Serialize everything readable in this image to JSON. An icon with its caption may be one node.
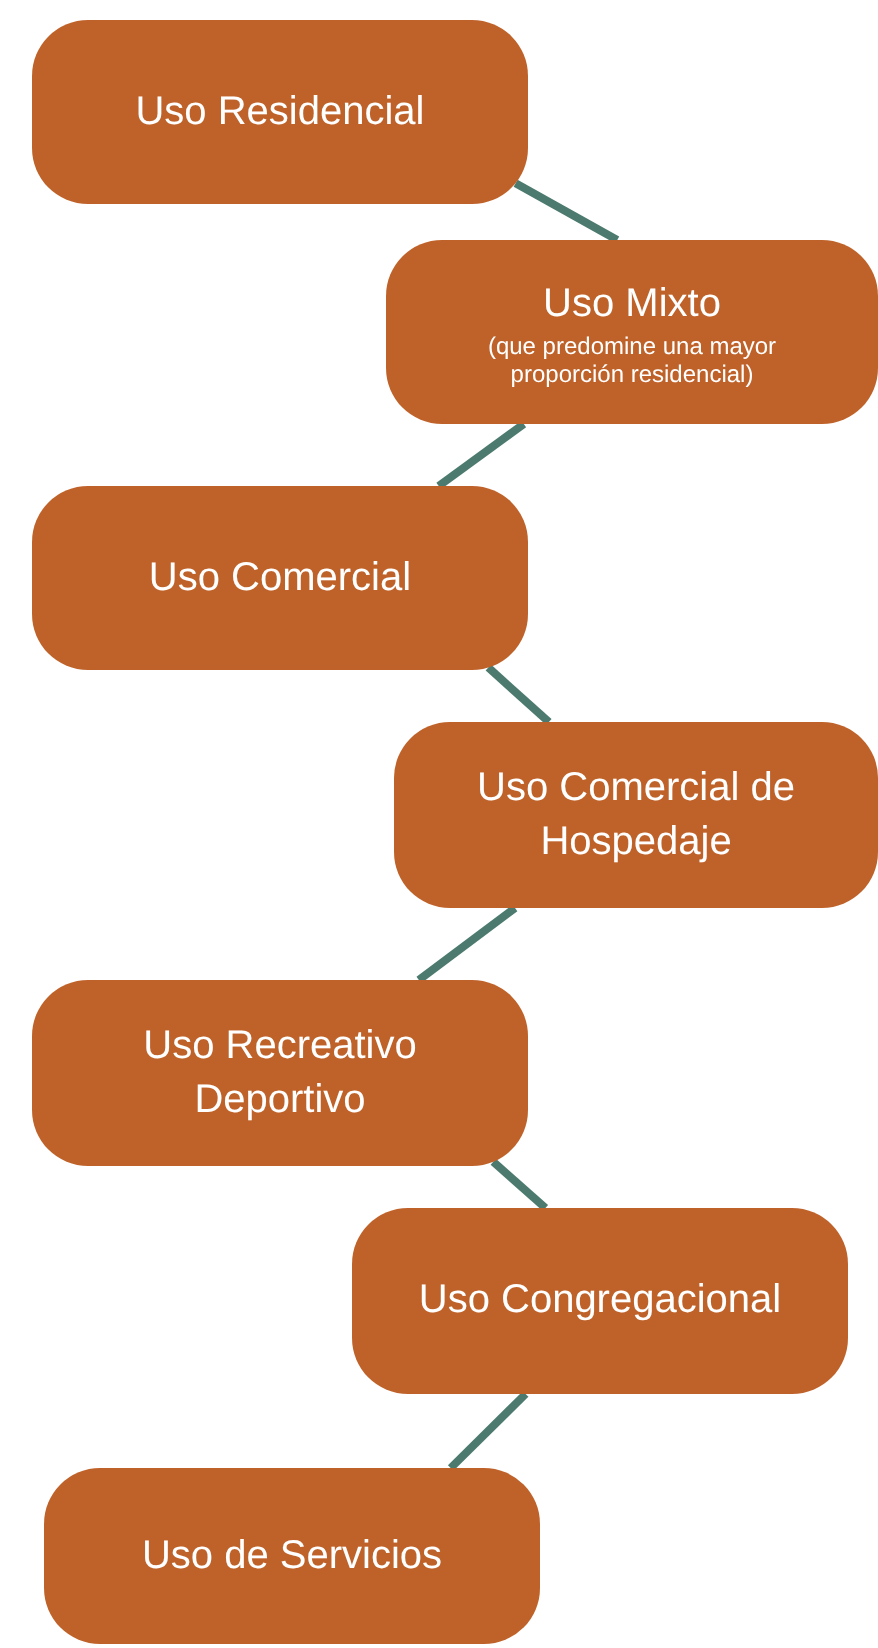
{
  "diagram": {
    "nodes": [
      {
        "text": [
          "Uso Residencial"
        ]
      },
      {
        "text": [
          "Uso Mixto",
          "(que predomine una mayor proporción residencial)"
        ]
      },
      {
        "text": [
          "Uso Comercial"
        ]
      },
      {
        "text": [
          "Uso Comercial de Hospedaje"
        ]
      },
      {
        "text": [
          "Uso Recreativo Deportivo"
        ]
      },
      {
        "text": [
          "Uso Congregacional"
        ]
      },
      {
        "text": [
          "Uso de Servicios"
        ]
      }
    ],
    "edges": [
      {
        "from": 0,
        "to": 1,
        "arrow": "none"
      },
      {
        "from": 1,
        "to": 2,
        "arrow": "none"
      },
      {
        "from": 2,
        "to": 3,
        "arrow": "none"
      },
      {
        "from": 3,
        "to": 4,
        "arrow": "none"
      },
      {
        "from": 4,
        "to": 5,
        "arrow": "none"
      },
      {
        "from": 5,
        "to": 6,
        "arrow": "none"
      }
    ]
  }
}
